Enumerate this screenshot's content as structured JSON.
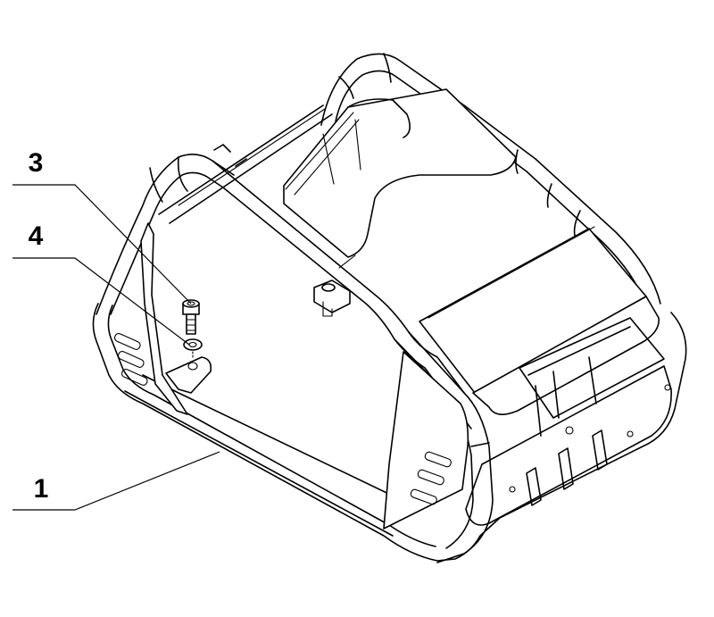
{
  "callouts": [
    {
      "id": "1",
      "label": "1"
    },
    {
      "id": "3",
      "label": "3"
    },
    {
      "id": "4",
      "label": "4"
    }
  ]
}
